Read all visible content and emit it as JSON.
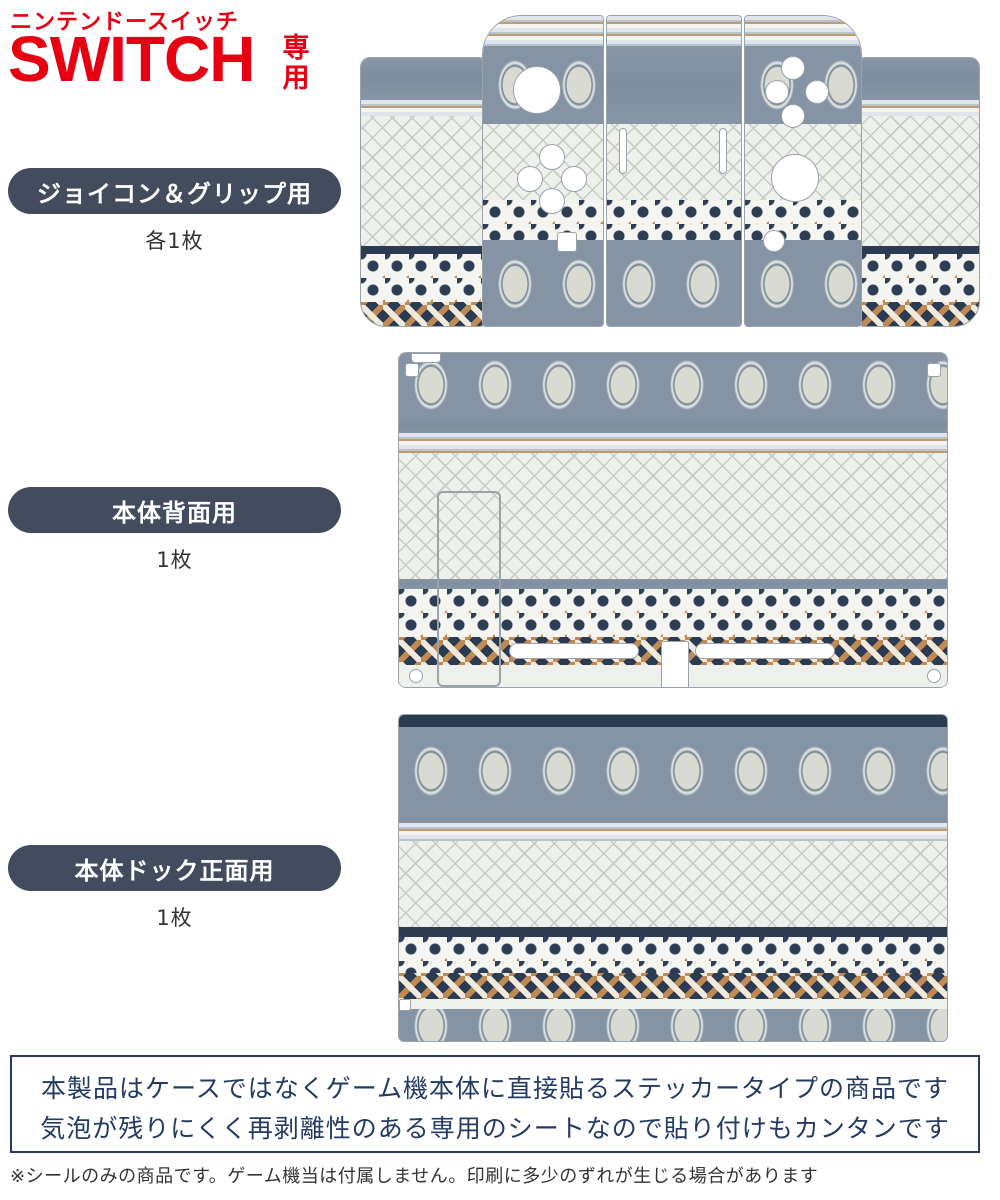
{
  "header": {
    "kana_title": "ニンテンドースイッチ",
    "main_title": "SWITCH",
    "exclusive_label": "専用"
  },
  "sections": [
    {
      "label": "ジョイコン＆グリップ用",
      "quantity": "各1枚"
    },
    {
      "label": "本体背面用",
      "quantity": "1枚"
    },
    {
      "label": "本体ドック正面用",
      "quantity": "1枚"
    }
  ],
  "notice": {
    "line1": "本製品はケースではなくゲーム機本体に直接貼るステッカータイプの商品です",
    "line2": "気泡が残りにくく再剥離性のある専用のシートなので貼り付けもカンタンです"
  },
  "footnote": "※シールのみの商品です。ゲーム機当は付属しません。印刷に多少のずれが生じる場合があります",
  "colors": {
    "brand_red": "#e60012",
    "label_pill": "#434b5e",
    "notice_border": "#233b63",
    "pattern_blue_gray": "#8494a4",
    "pattern_navy": "#2a3b52",
    "pattern_copper": "#c08a55"
  }
}
